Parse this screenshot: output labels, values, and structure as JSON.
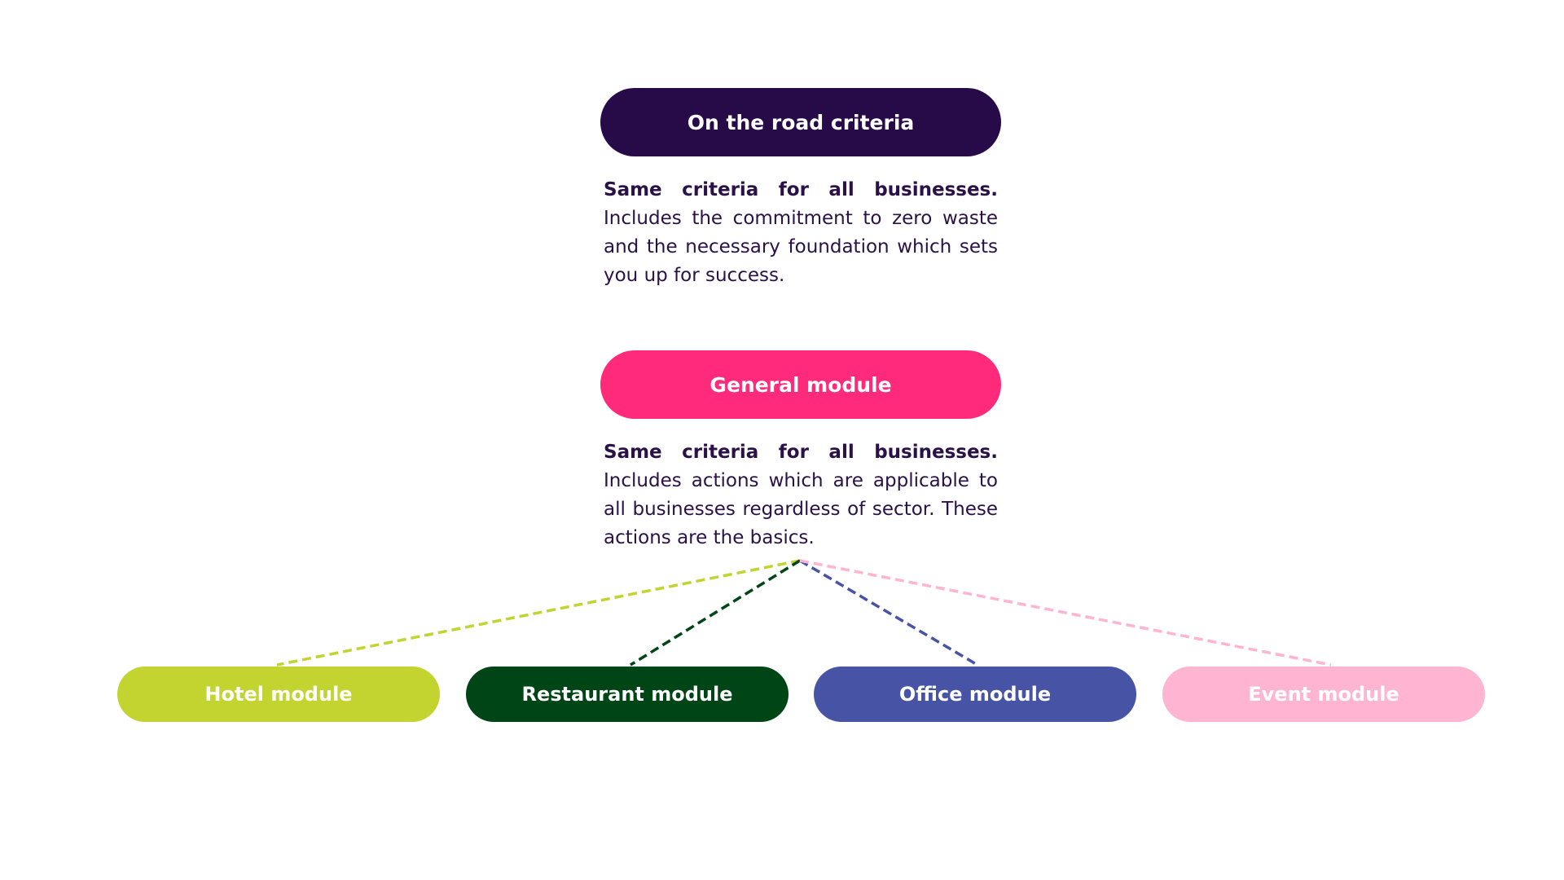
{
  "road": {
    "label": "On the road criteria",
    "color": "#270a48",
    "desc_bold": "Same criteria for all businesses.",
    "desc_text": "Includes the commitment to zero waste and the necessary foundation which sets you up for success."
  },
  "general": {
    "label": "General module",
    "color": "#ff2a7a",
    "desc_bold": "Same criteria for all businesses.",
    "desc_text": "Includes actions which are applicable to all businesses regardless of sector. These actions are the basics."
  },
  "modules": [
    {
      "label": "Hotel module",
      "color": "#c3d32f"
    },
    {
      "label": "Restaurant module",
      "color": "#004516"
    },
    {
      "label": "Office module",
      "color": "#4753a5"
    },
    {
      "label": "Event module",
      "color": "#ffb5d1"
    }
  ],
  "text_color": "#2a1148"
}
